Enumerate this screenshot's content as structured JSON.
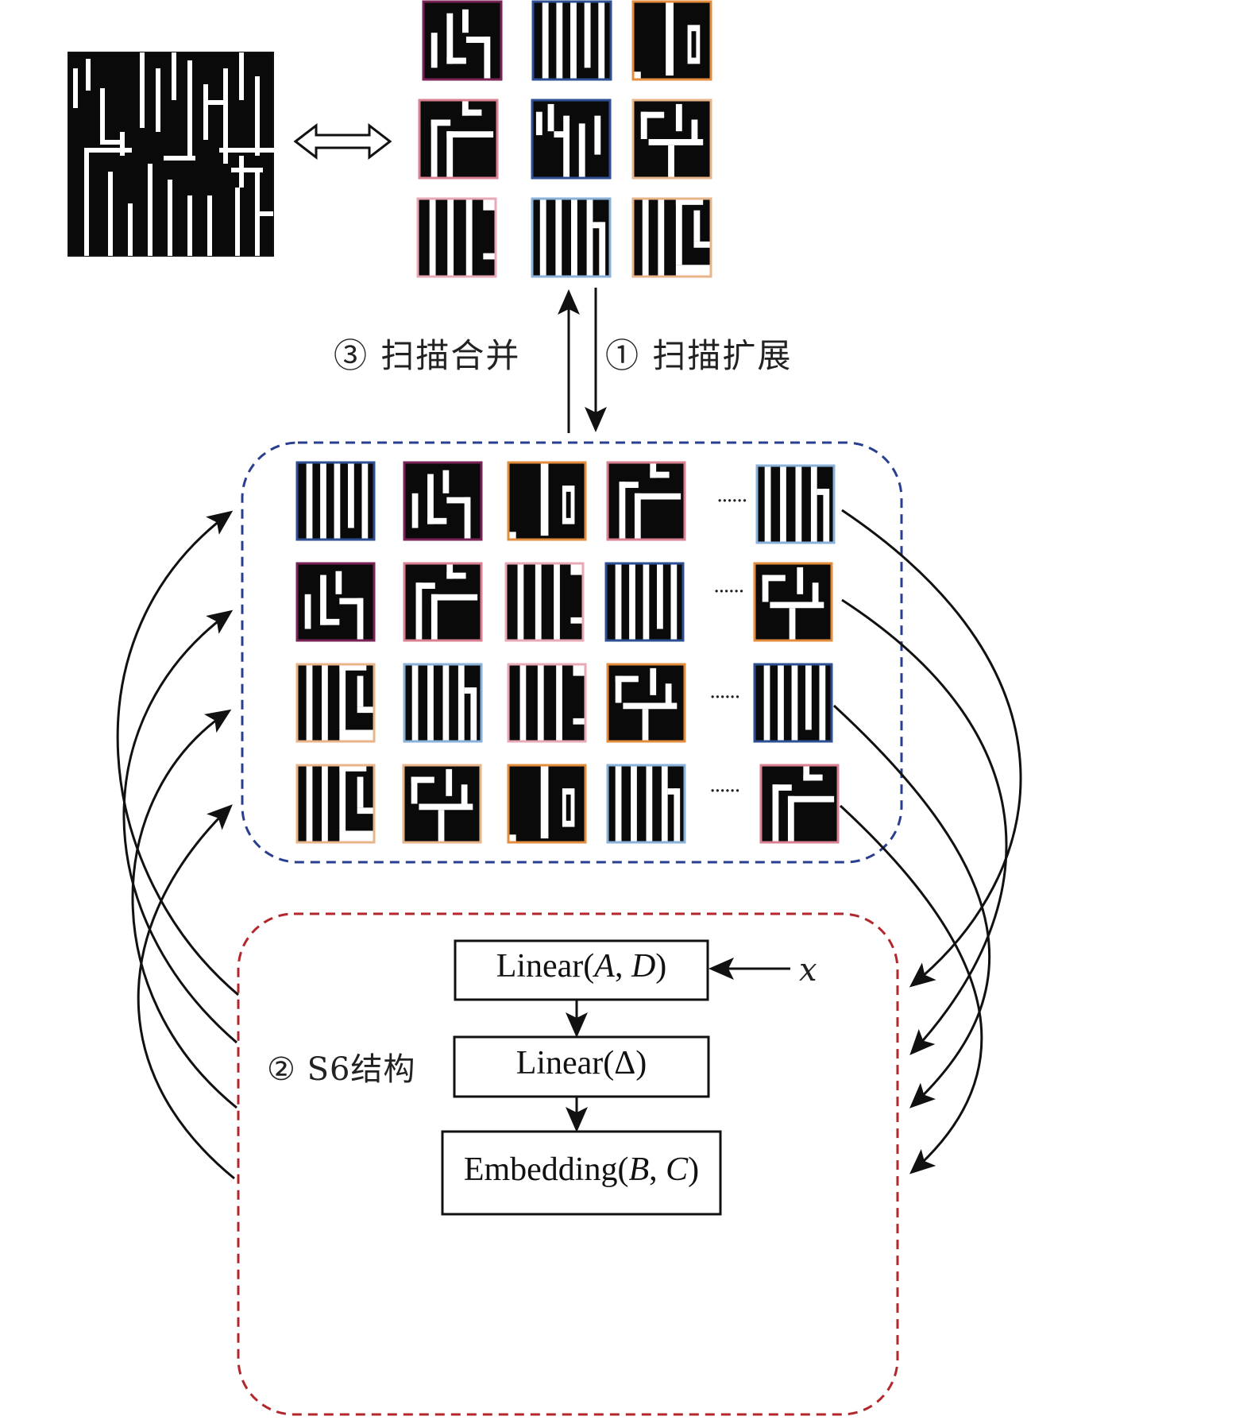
{
  "labels": {
    "scan_merge": "③ 扫描合并",
    "scan_expand": "① 扫描扩展",
    "s6_structure": "② S6结构",
    "x_input": "x"
  },
  "s6_blocks": {
    "linear_ad": {
      "prefix": "Linear(",
      "a": "A",
      "sep": ", ",
      "d": "D",
      "suffix": ")"
    },
    "linear_delta": "Linear(Δ)",
    "embedding_bc": {
      "prefix": "Embedding(",
      "b": "B",
      "sep": ", ",
      "c": "C",
      "suffix": ")"
    }
  },
  "colors": {
    "maze_black": "#0a0a0a",
    "maze_white": "#ffffff",
    "patch_border_purple": "#7a2356",
    "patch_border_blue": "#2f4f95",
    "patch_border_orange": "#e38c3c",
    "patch_border_pink": "#d98093",
    "patch_border_lightpink": "#e8a9b6",
    "patch_border_lightblue": "#8ab2d8",
    "patch_border_peach": "#e8b48a",
    "blue_dashed_group": "#2a3e8f",
    "red_dashed_group": "#b3262b",
    "arrow": "#111111"
  },
  "icons": {
    "double_arrow": "double-headed-arrow-icon",
    "ellipsis": "ellipsis"
  },
  "ellipsis_text": "......"
}
